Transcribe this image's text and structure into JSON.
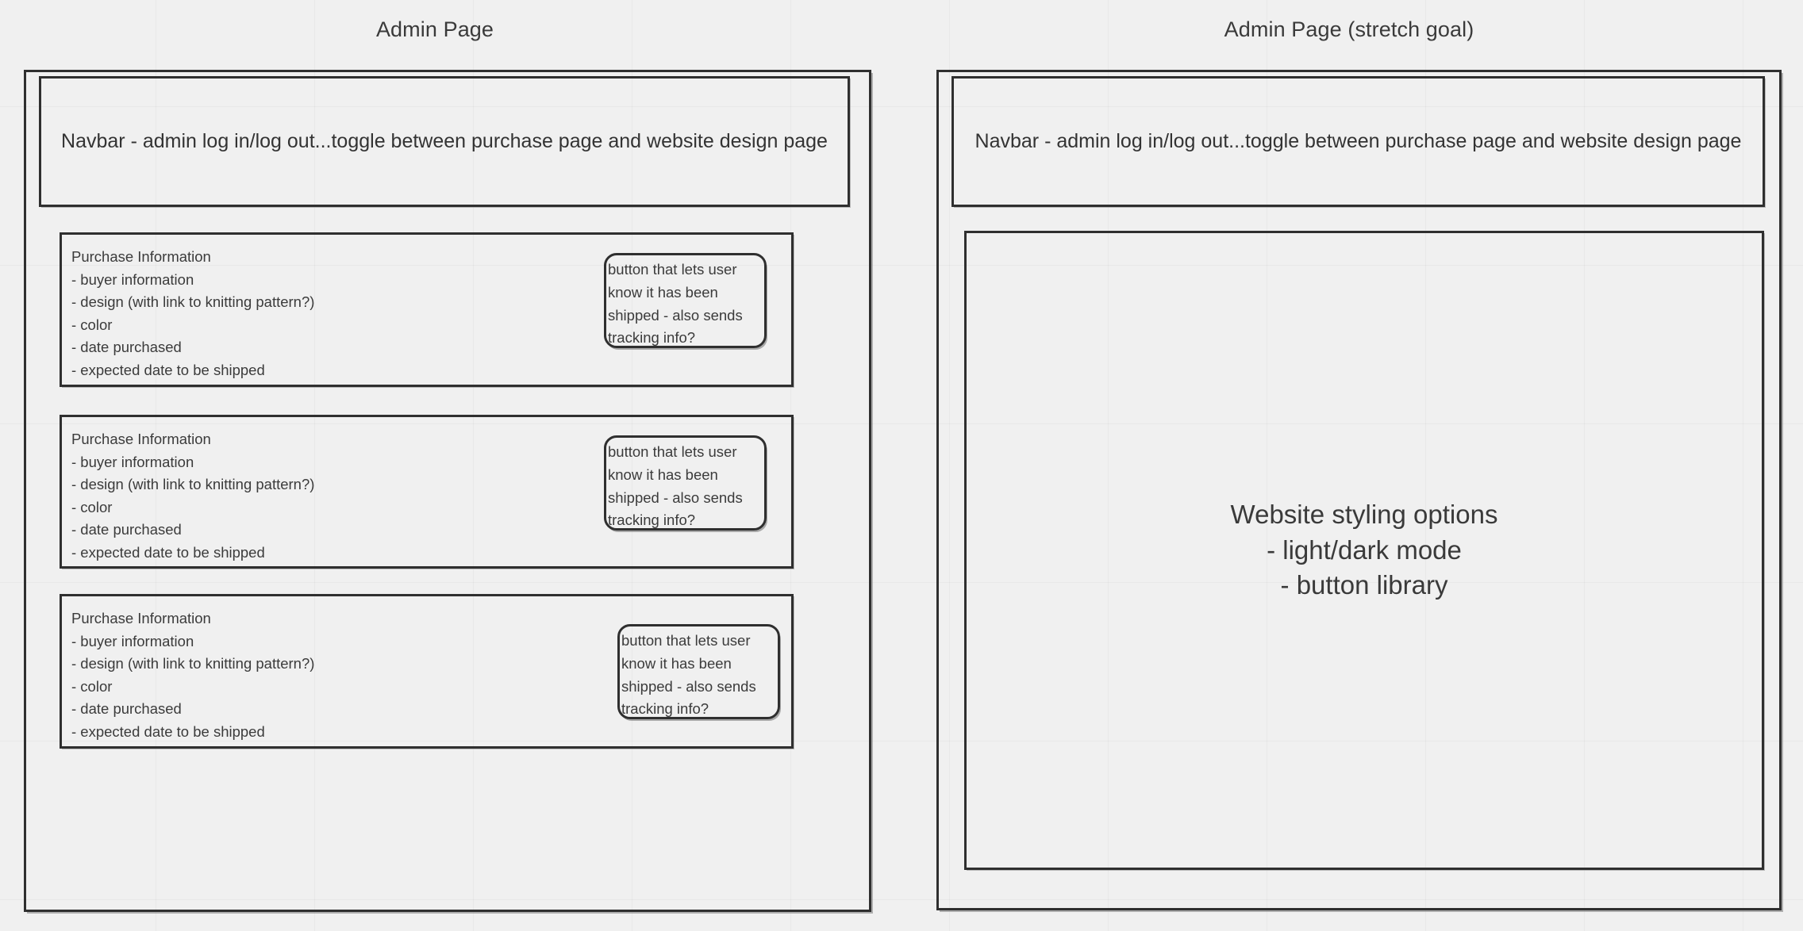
{
  "canvas": {
    "background_color": "#f0f0f0",
    "grid_color": "#e6e6e6",
    "stroke_color": "#2f2f2f"
  },
  "panels": [
    {
      "title": "Admin Page",
      "navbar": {
        "text": "Navbar - admin log in/log out...toggle between purchase page and website design page"
      },
      "cards": [
        {
          "heading": "Purchase Information",
          "lines": [
            "- buyer information",
            "- design (with link to knitting pattern?)",
            "- color",
            "- date purchased",
            "- expected date to be shipped"
          ],
          "button": {
            "text": "button that lets user know it has been shipped - also sends tracking info?",
            "lines": [
              "button that lets user",
              "know it has been",
              "shipped - also sends",
              "tracking info?"
            ]
          }
        },
        {
          "heading": "Purchase Information",
          "lines": [
            "- buyer information",
            "- design (with link to knitting pattern?)",
            "- color",
            "- date purchased",
            "- expected date to be shipped"
          ],
          "button": {
            "text": "button that lets user know it has been shipped - also sends tracking info?",
            "lines": [
              "button that lets user",
              "know it has been",
              "shipped - also sends",
              "tracking info?"
            ]
          }
        },
        {
          "heading": "Purchase Information",
          "lines": [
            "- buyer information",
            "- design (with link to knitting pattern?)",
            "- color",
            "- date purchased",
            "- expected date to be shipped"
          ],
          "button": {
            "text": "button that lets user know it has been shipped - also sends tracking info?",
            "lines": [
              "button that lets user",
              "know it has been",
              "shipped - also sends",
              "tracking info?"
            ]
          }
        }
      ]
    },
    {
      "title": "Admin Page (stretch goal)",
      "navbar": {
        "text": "Navbar - admin log in/log out...toggle between purchase page and website design page"
      },
      "styling_panel": {
        "lines": [
          "Website styling options",
          "- light/dark mode",
          "- button library"
        ]
      }
    }
  ]
}
